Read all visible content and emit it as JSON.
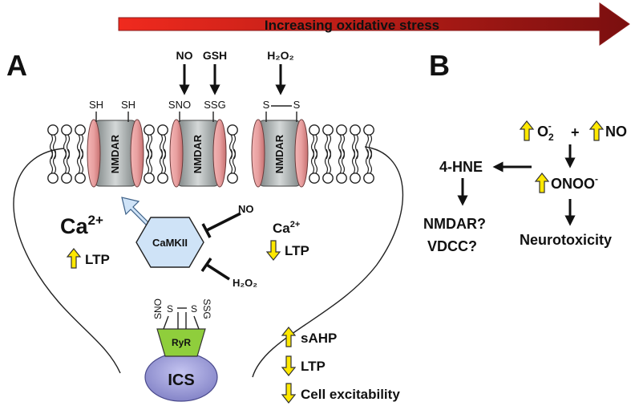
{
  "header": {
    "stress_label": "Increasing oxidative stress"
  },
  "panel_a": {
    "label": "A",
    "receptors": [
      {
        "name": "NMDAR",
        "left_group": "SH",
        "right_group": "SH"
      },
      {
        "name": "NMDAR",
        "left_group": "SNO",
        "right_group": "SSG"
      },
      {
        "name": "NMDAR",
        "left_group": "S",
        "right_group": "S"
      }
    ],
    "top_inputs": [
      "NO",
      "GSH",
      "H₂O₂"
    ],
    "ca_large": {
      "base": "Ca",
      "sup": "2+"
    },
    "ltp_up": "LTP",
    "camkii": "CaMKII",
    "camkii_inhibitors": [
      "NO",
      "H₂O₂"
    ],
    "ca_small": {
      "base": "Ca",
      "sup": "2+"
    },
    "ltp_down": "LTP",
    "ryr": {
      "name": "RyR",
      "left_group": "SNO",
      "right_group": "SSG",
      "bridge_left": "S",
      "bridge_right": "S"
    },
    "ics": "ICS",
    "effects": [
      {
        "direction": "up",
        "label": "sAHP"
      },
      {
        "direction": "down",
        "label": "LTP"
      },
      {
        "direction": "down",
        "label": "Cell excitability"
      }
    ]
  },
  "panel_b": {
    "label": "B",
    "superoxide": {
      "base": "O",
      "sub": "2",
      "sup": "-"
    },
    "plus": "+",
    "no": "NO",
    "onoo": {
      "base": "ONOO",
      "sup": "-"
    },
    "hne": "4-HNE",
    "targets": [
      "NMDAR?",
      "VDCC?"
    ],
    "outcome": "Neurotoxicity"
  },
  "colors": {
    "arrow_start": "#e8261e",
    "arrow_end": "#8a1212",
    "up_down_arrows": "#ffe800",
    "camkii_fill": "#cfe3f7",
    "ryr_fill": "#8fce3c",
    "ics_fill": "#9a9ad6",
    "receptor_fill": "#b8bcbc",
    "receptor_edge": "#d98a8a"
  }
}
